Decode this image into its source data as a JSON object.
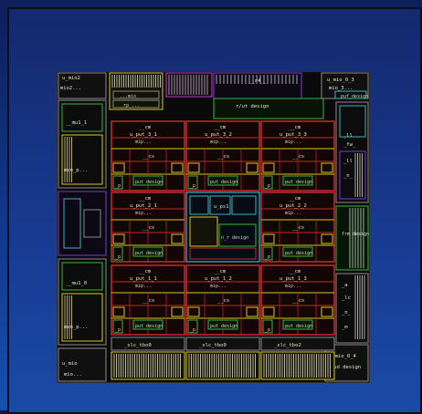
{
  "layout": {
    "tiles": [
      {
        "id": "u_put_3_1",
        "short": "mip..."
      },
      {
        "id": "u_put_3_2",
        "short": "mip..."
      },
      {
        "id": "u_put_3_3",
        "short": "mip..."
      },
      {
        "id": "u_put_2_1",
        "short": "mip..."
      },
      {
        "id": "u_put_2_2",
        "short": "mip..."
      },
      {
        "id": "u_put_1_1",
        "short": "mip..."
      },
      {
        "id": "u_put_1_2",
        "short": "mip..."
      },
      {
        "id": "u_put_1_3",
        "short": "mip..."
      }
    ],
    "tile_common": {
      "cm": "__cm",
      "cs": "__cs",
      "design": "put design",
      "p": "_p"
    },
    "center": {
      "name": "u_ps1",
      "design": "n_r design"
    },
    "top_bar": {
      "label": "r/ut design",
      "mid": "__r4__"
    },
    "bottom_slices": [
      "_slc_tbo0",
      "_slc_tbo0",
      "_slc_tbo2"
    ],
    "left_blocks": [
      "u_mio2",
      "mio2...",
      "__mu1_1",
      "man_p...",
      "__mu1_0",
      "man_p...",
      "u_mio",
      "mio..."
    ],
    "right_blocks": [
      "u_mio_0_3",
      "mio_3...",
      "_puf_design",
      "_ll",
      "_fw_",
      "_ll",
      "_n_",
      "frm design",
      "_a",
      "_lc",
      "_n_",
      "_m",
      "u_mio_0_4",
      "mud design"
    ],
    "colors": {
      "red": "#c8282a",
      "yellow": "#d8c81c",
      "green": "#3cb43c",
      "olive": "#7a8a20",
      "magenta": "#c040c0",
      "cyan": "#40b0c0",
      "purple": "#7a3cd0",
      "gray": "#8a8a8a",
      "black": "#050505"
    }
  }
}
